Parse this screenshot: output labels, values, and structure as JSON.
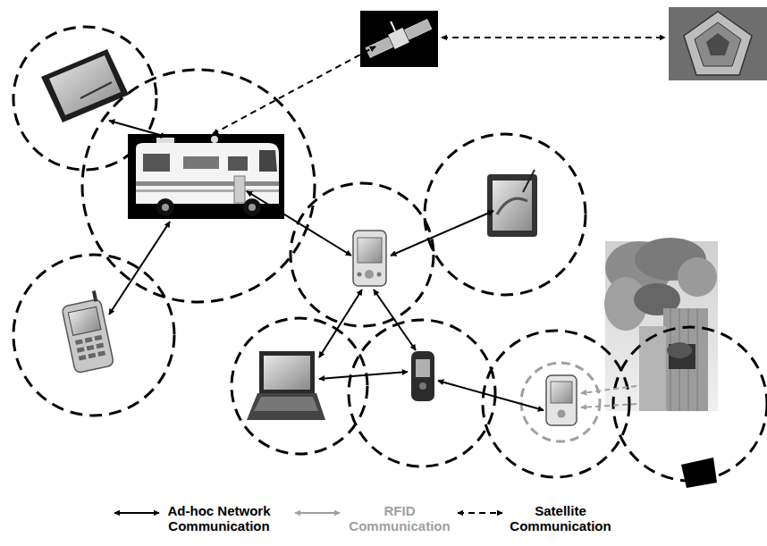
{
  "diagram": {
    "legend": [
      {
        "text": "Ad-hoc Network Communication"
      },
      {
        "text": "RFID Communication"
      },
      {
        "text": "Satellite Communication"
      }
    ]
  }
}
